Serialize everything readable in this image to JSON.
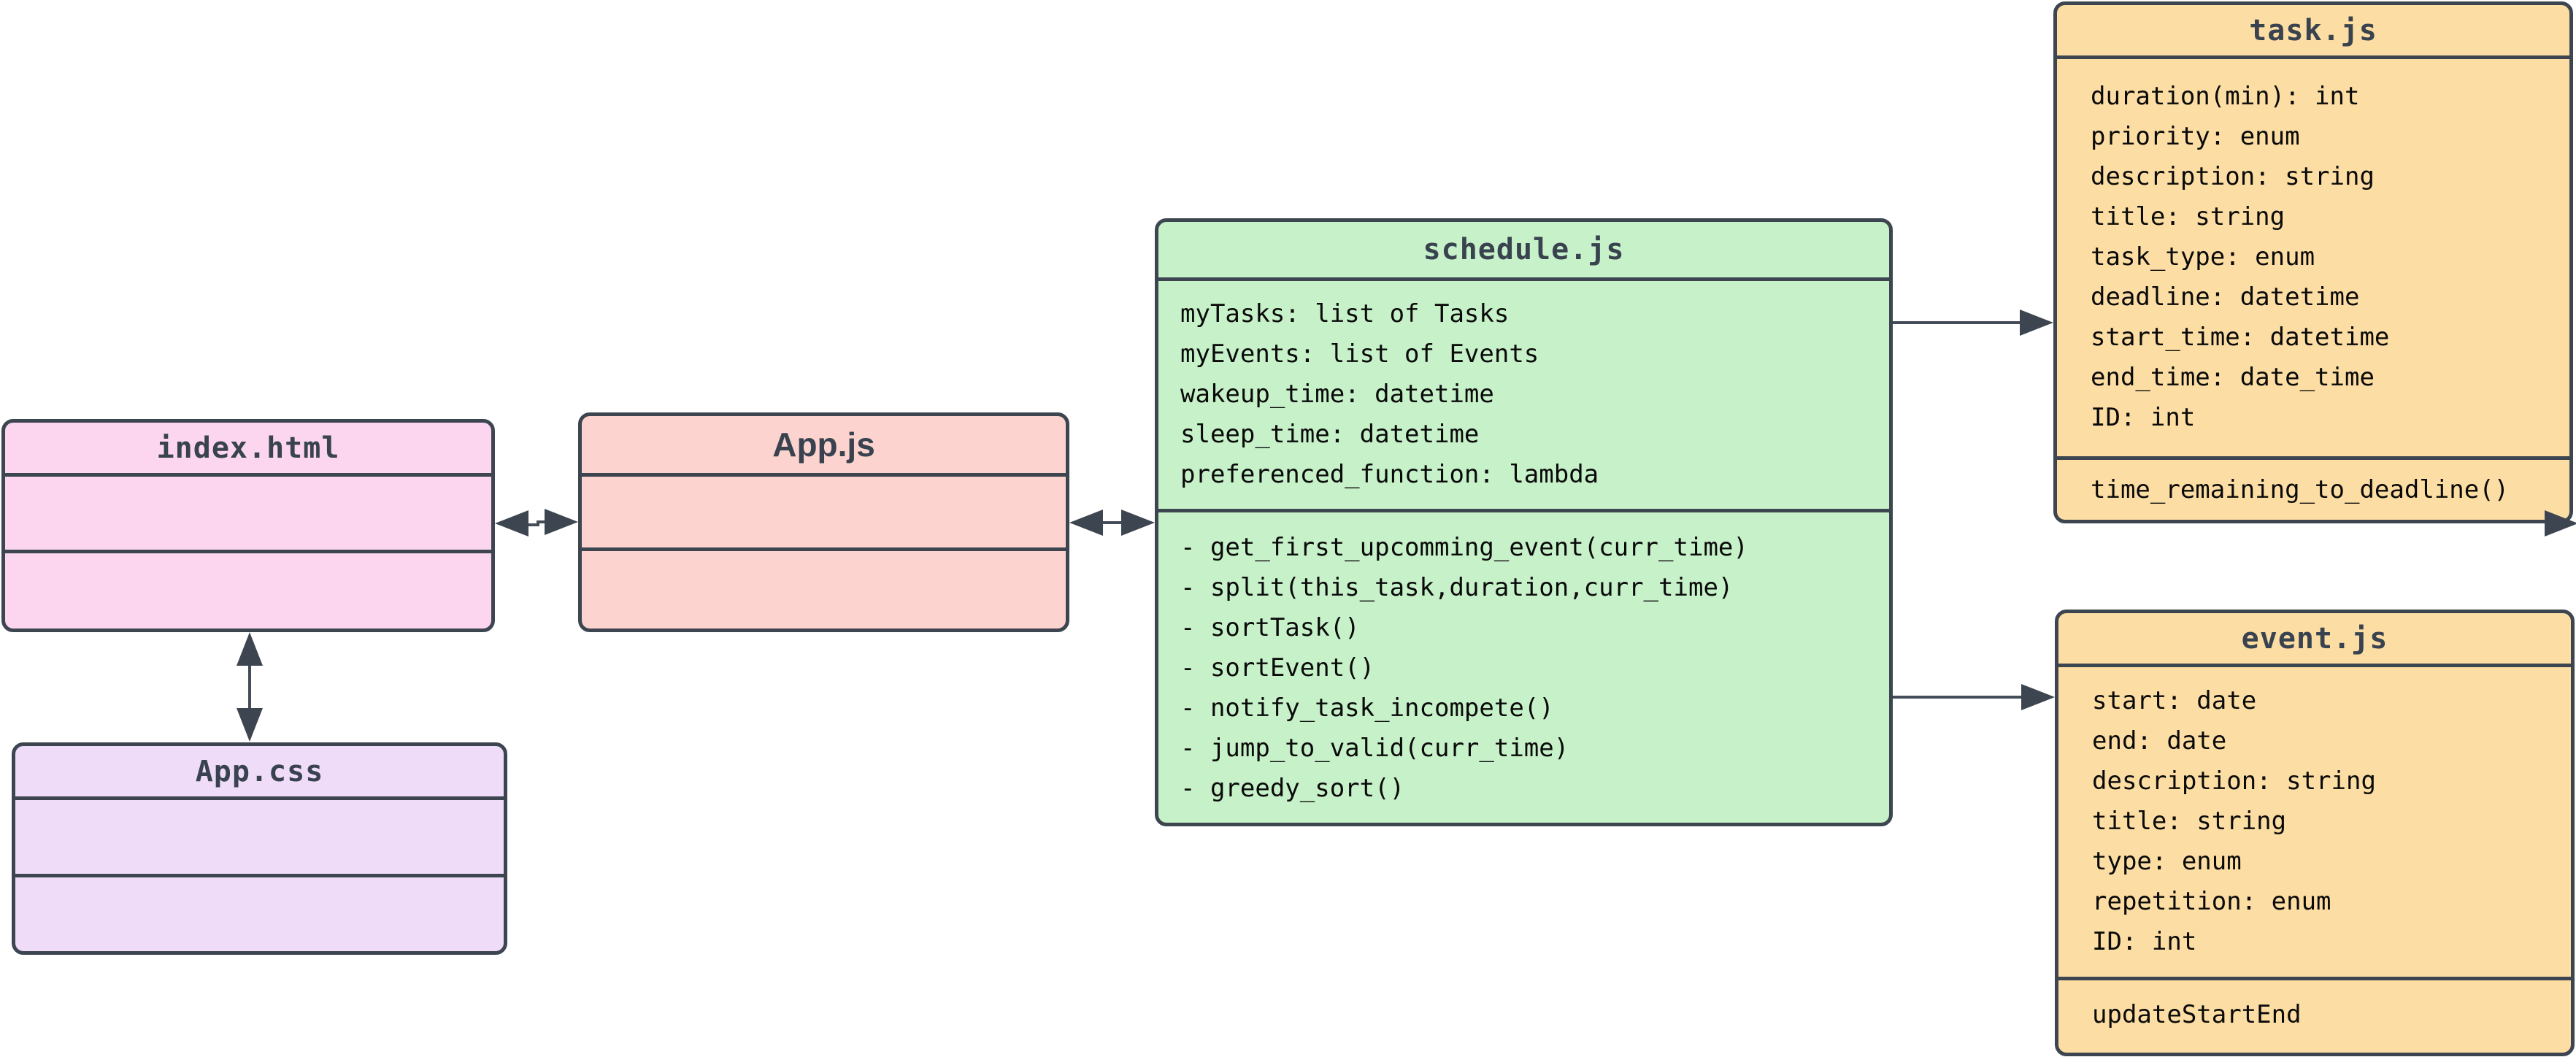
{
  "diagram": {
    "description": "Class diagram of scheduling web app source files",
    "background": "#ffffff"
  },
  "colors": {
    "stroke": "#3d4650",
    "connector_line": "#434c58",
    "title_text": "#39434f",
    "body_text": "#0a0a0a",
    "index_html_fill": "#fbd6ee",
    "app_css_fill": "#efdcf9",
    "app_js_fill": "#fcd3ce",
    "schedule_js_fill": "#c7f1c9",
    "task_js_fill": "#fcdda3",
    "event_js_fill": "#fcdda3"
  },
  "classes": {
    "index_html": {
      "title": "index.html",
      "fill": "#fbd6ee",
      "attributes": [],
      "methods": []
    },
    "app_css": {
      "title": "App.css",
      "fill": "#efdcf9",
      "attributes": [],
      "methods": []
    },
    "app_js": {
      "title": "App.js",
      "fill": "#fcd3ce",
      "attributes": [],
      "methods": []
    },
    "schedule_js": {
      "title": "schedule.js",
      "fill": "#c7f1c9",
      "attributes": [
        "myTasks: list of Tasks",
        "myEvents: list of Events",
        "wakeup_time: datetime",
        "sleep_time: datetime",
        "preferenced_function: lambda"
      ],
      "methods": [
        "- get_first_upcomming_event(curr_time)",
        "- split(this_task,duration,curr_time)",
        "- sortTask()",
        "- sortEvent()",
        "- notify_task_incompete()",
        "- jump_to_valid(curr_time)",
        "- greedy_sort()"
      ]
    },
    "task_js": {
      "title": "task.js",
      "fill": "#fcdda3",
      "attributes": [
        "duration(min): int",
        "priority: enum",
        "description: string",
        "title: string",
        "task_type: enum",
        "deadline: datetime",
        "start_time: datetime",
        "end_time: date_time",
        "ID: int"
      ],
      "methods": [
        "time_remaining_to_deadline()"
      ]
    },
    "event_js": {
      "title": "event.js",
      "fill": "#fcdda3",
      "attributes": [
        "start: date",
        "end: date",
        "description: string",
        "title: string",
        "type: enum",
        "repetition: enum",
        "ID: int"
      ],
      "methods": [
        "updateStartEnd"
      ]
    }
  },
  "connectors": [
    {
      "from": "index.html",
      "to": "App.js",
      "type": "bidirectional-arrow"
    },
    {
      "from": "index.html",
      "to": "App.css",
      "type": "bidirectional-arrow"
    },
    {
      "from": "App.js",
      "to": "schedule.js",
      "type": "bidirectional-arrow"
    },
    {
      "from": "schedule.js",
      "to": "task.js",
      "type": "arrow"
    },
    {
      "from": "schedule.js",
      "to": "event.js",
      "type": "arrow"
    },
    {
      "at": "task.js bottom-right corner",
      "type": "arrowhead-clipped-at-canvas-edge"
    }
  ]
}
